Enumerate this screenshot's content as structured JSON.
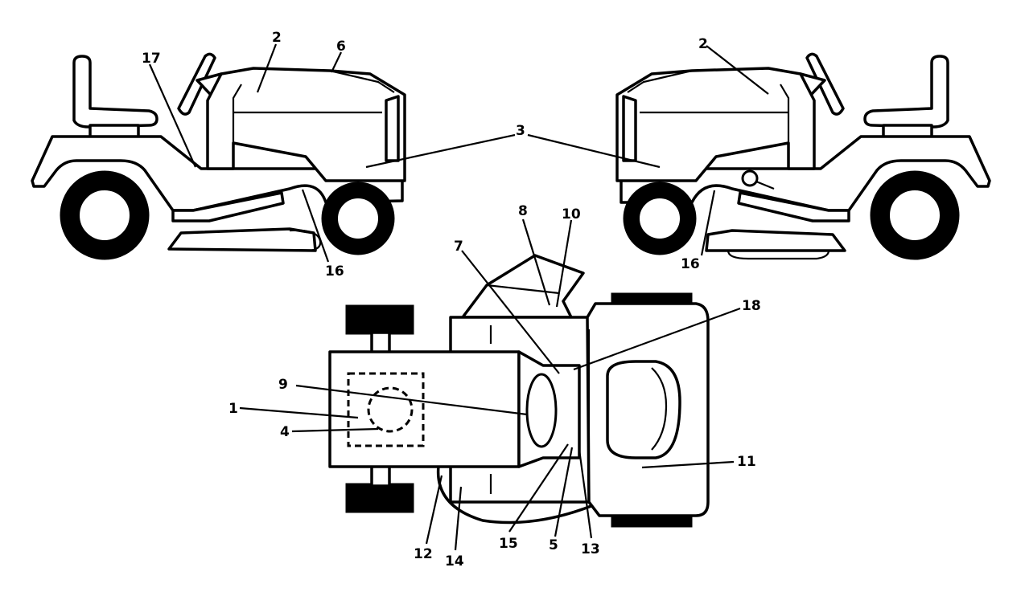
{
  "callouts": {
    "c1": "1",
    "c2_left": "2",
    "c2_right": "2",
    "c3": "3",
    "c4": "4",
    "c5": "5",
    "c6": "6",
    "c7": "7",
    "c8": "8",
    "c9": "9",
    "c10": "10",
    "c11": "11",
    "c12": "12",
    "c13": "13",
    "c14": "14",
    "c15": "15",
    "c16_left": "16",
    "c16_right": "16",
    "c17": "17",
    "c18": "18"
  }
}
